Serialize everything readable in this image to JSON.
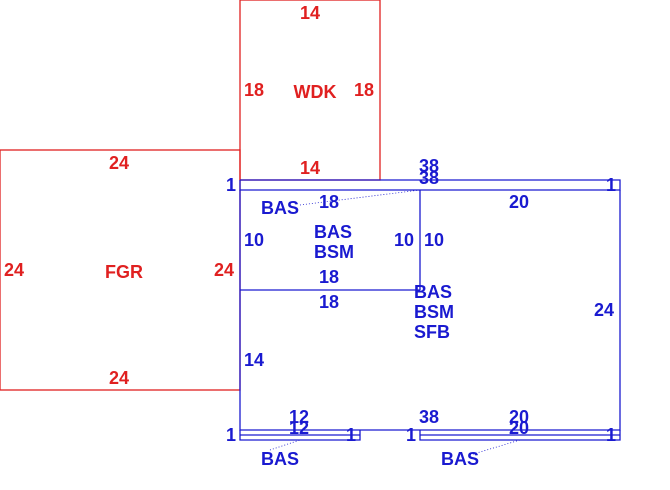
{
  "wdk": {
    "label": "WDK",
    "dims": {
      "top": "14",
      "left": "18",
      "right": "18",
      "bottom": "14"
    }
  },
  "fgr": {
    "label": "FGR",
    "dims": {
      "top": "24",
      "left": "24",
      "right": "24",
      "bottom": "24"
    }
  },
  "bas_top_strip": {
    "label": "BAS",
    "dims": {
      "top_a": "38",
      "top_b": "38",
      "left": "1",
      "right": "1",
      "bottom": "18"
    }
  },
  "bas_bsm_room": {
    "label_1": "BAS",
    "label_2": "BSM",
    "dims": {
      "left": "10",
      "right": "10",
      "bottom": "18"
    }
  },
  "bas_bsm_sfb_room": {
    "label_1": "BAS",
    "label_2": "BSM",
    "label_3": "SFB",
    "dims": {
      "top": "20",
      "inner_left": "10",
      "inner_top": "18",
      "left": "14",
      "right": "24",
      "bottom": "38"
    }
  },
  "bas_bottom_left": {
    "label": "BAS",
    "dims": {
      "top_a": "12",
      "top_b": "12",
      "left": "1",
      "right": "1"
    }
  },
  "bas_bottom_right": {
    "label": "BAS",
    "dims": {
      "top_a": "20",
      "top_b": "20",
      "left": "1",
      "right": "1"
    }
  },
  "colors": {
    "red": "#e02020",
    "blue": "#1a1ad0"
  }
}
